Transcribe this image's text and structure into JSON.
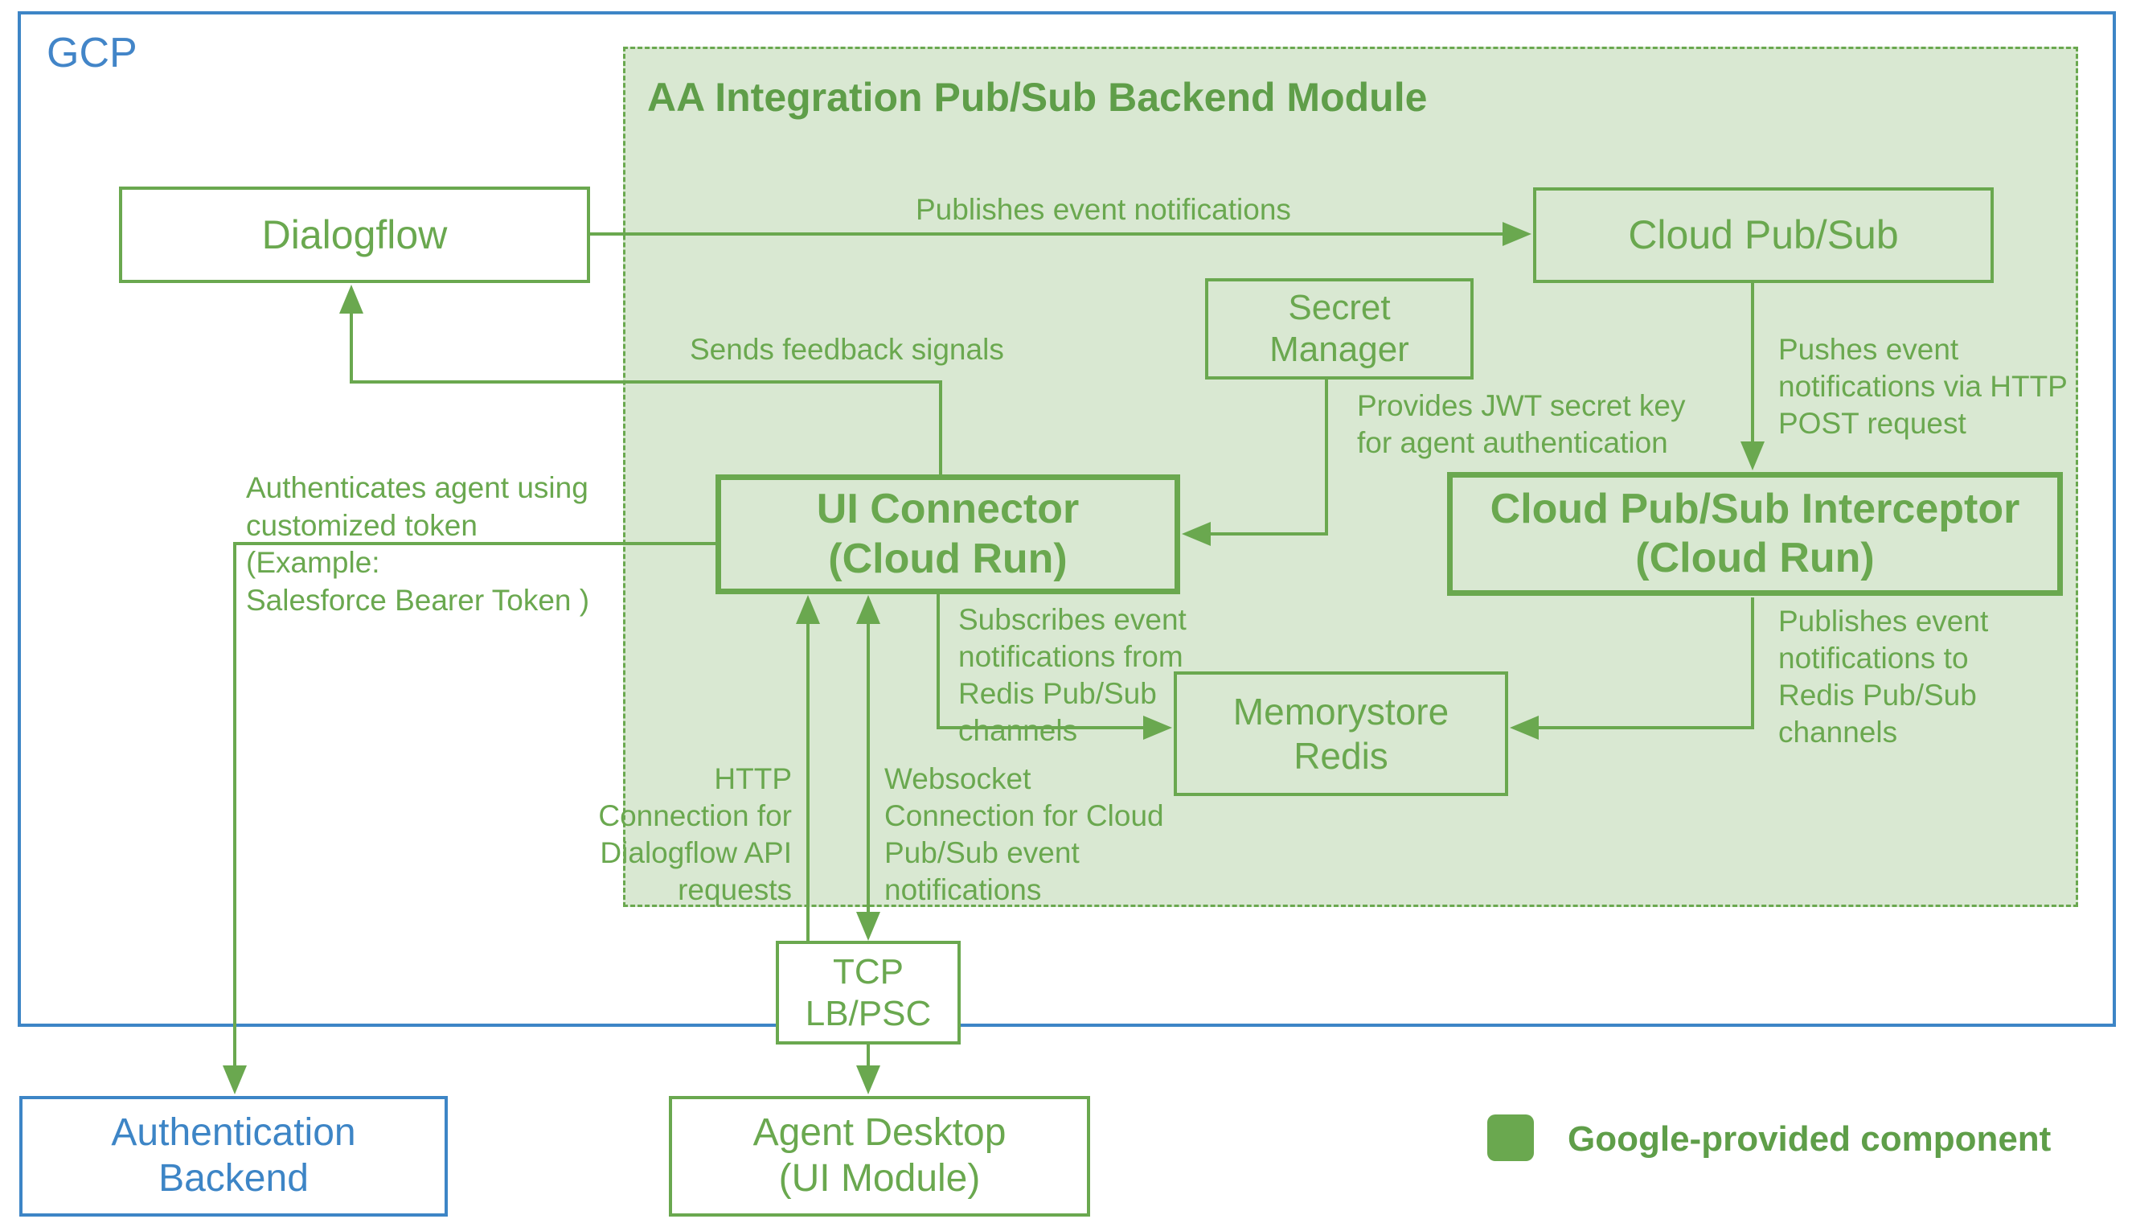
{
  "colors": {
    "green_stroke": "#6aa84f",
    "green_fill": "#d9e8d2",
    "blue": "#3d85c6"
  },
  "gcp": {
    "label": "GCP"
  },
  "module": {
    "title": "AA Integration Pub/Sub Backend Module"
  },
  "nodes": {
    "dialogflow": {
      "label": "Dialogflow"
    },
    "cloud_pubsub": {
      "label": "Cloud Pub/Sub"
    },
    "secret_manager": {
      "label": "Secret\nManager"
    },
    "ui_connector": {
      "label": "UI Connector\n(Cloud Run)"
    },
    "pubsub_interceptor": {
      "label": "Cloud Pub/Sub Interceptor\n(Cloud Run)"
    },
    "memorystore_redis": {
      "label": "Memorystore\nRedis"
    },
    "tcp_lb_psc": {
      "label": "TCP\nLB/PSC"
    },
    "agent_desktop": {
      "label": "Agent Desktop\n(UI Module)"
    },
    "auth_backend": {
      "label": "Authentication\nBackend"
    }
  },
  "edges": {
    "publishes_event": {
      "label": "Publishes event notifications"
    },
    "sends_feedback": {
      "label": "Sends feedback signals"
    },
    "provides_jwt": {
      "label": "Provides JWT secret key\nfor agent authentication"
    },
    "pushes_event": {
      "label": "Pushes event\nnotifications via HTTP\nPOST request"
    },
    "publishes_redis": {
      "label": "Publishes event\nnotifications to\nRedis Pub/Sub\nchannels"
    },
    "subscribes_redis": {
      "label": "Subscribes event\nnotifications from\nRedis Pub/Sub\nchannels"
    },
    "http_connection": {
      "label": "HTTP\nConnection for\nDialogflow API\nrequests"
    },
    "websocket_connection": {
      "label": "Websocket\nConnection for Cloud\nPub/Sub event\nnotifications"
    },
    "authenticates_agent": {
      "label": "Authenticates agent using\ncustomized token\n(Example:\nSalesforce Bearer Token )"
    }
  },
  "legend": {
    "label": "Google-provided component"
  }
}
